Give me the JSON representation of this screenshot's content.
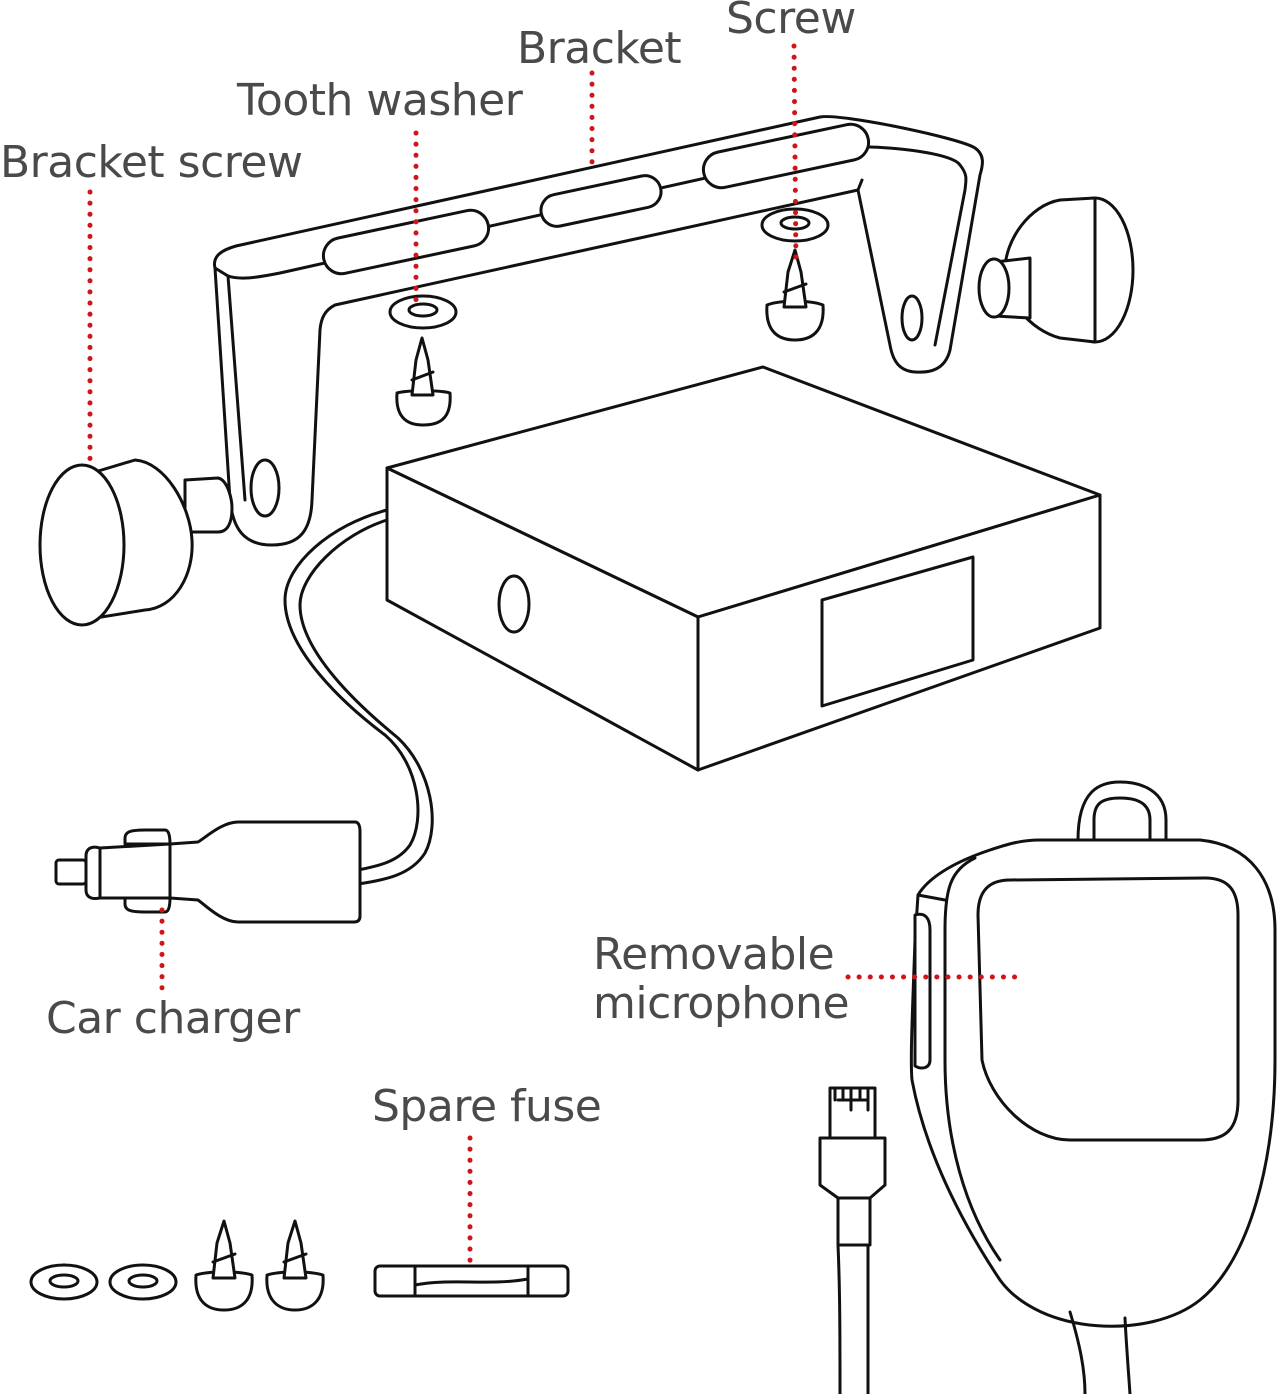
{
  "labels": {
    "bracket_screw": "Bracket screw",
    "tooth_washer": "Tooth washer",
    "bracket": "Bracket",
    "screw": "Screw",
    "car_charger": "Car charger",
    "removable_microphone_line1": "Removable",
    "removable_microphone_line2": "microphone",
    "spare_fuse": "Spare fuse"
  },
  "colors": {
    "leader_dots": "#d0141a",
    "outline": "#111111",
    "label_text": "#4a4a4a",
    "background": "#ffffff"
  }
}
